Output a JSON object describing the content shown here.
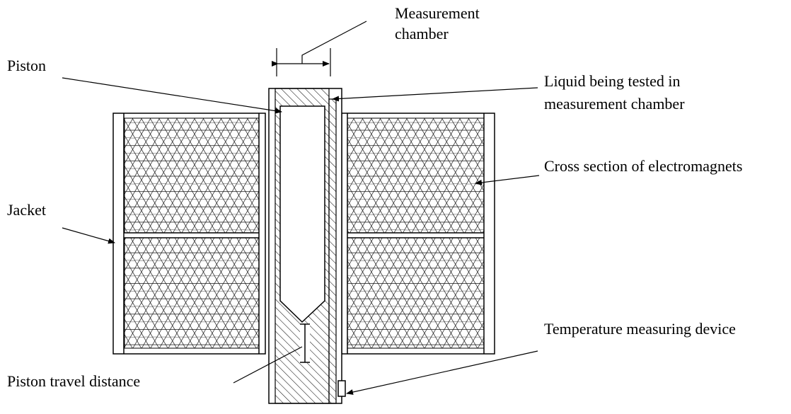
{
  "labels": {
    "measurement_chamber": [
      "Measurement",
      "chamber"
    ],
    "piston": "Piston",
    "liquid": [
      "Liquid being tested in",
      "measurement chamber"
    ],
    "electromagnets": "Cross section of electromagnets",
    "jacket": "Jacket",
    "temperature": "Temperature measuring device",
    "piston_travel": "Piston travel distance"
  }
}
